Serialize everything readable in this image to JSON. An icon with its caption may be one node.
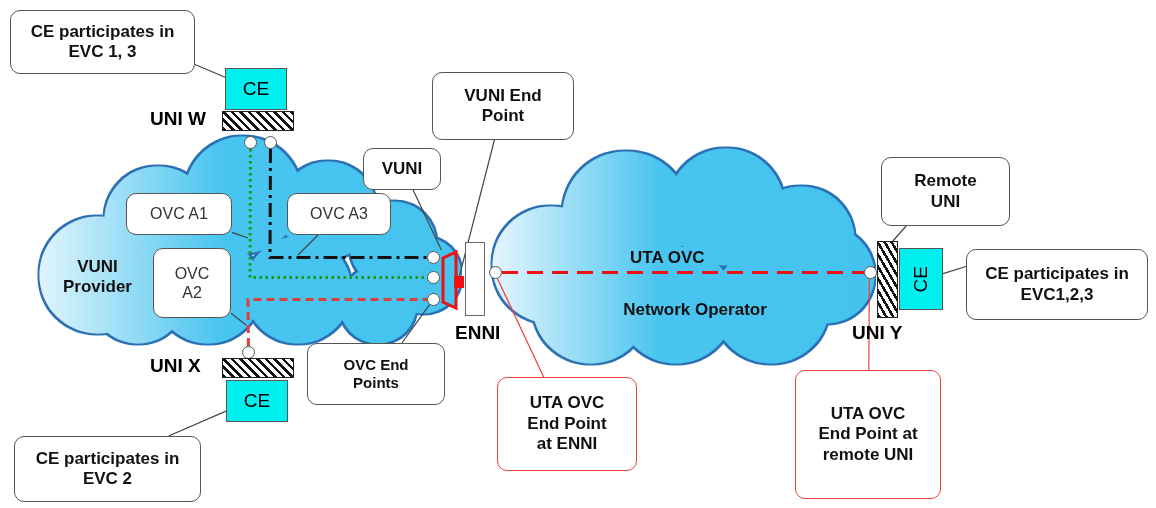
{
  "diagram": {
    "nodes": [
      {
        "text": [
          "VUNI Provider"
        ]
      },
      {
        "text": [
          "CE participates in EVC 1, 3"
        ]
      },
      {
        "text": [
          "CE"
        ]
      },
      {
        "text": [],
        "shape": "bar",
        "beside": [
          "UNI W"
        ]
      },
      {
        "text": [],
        "shape": "circle",
        "in": 0
      },
      {
        "text": [],
        "shape": "circle",
        "in": 0
      },
      {
        "text": [
          "VUNI End Point"
        ]
      },
      {
        "text": [
          "VUNI"
        ],
        "in": 0
      },
      {
        "text": [
          "OVC A1"
        ],
        "in": 0
      },
      {
        "text": [
          "OVC A3"
        ],
        "in": 0
      },
      {
        "text": [
          "OVC A2"
        ],
        "in": 0
      },
      {
        "text": [],
        "shape": "circle",
        "in": 0
      },
      {
        "text": [],
        "shape": "circle",
        "in": 0
      },
      {
        "text": [],
        "shape": "circle",
        "in": 0
      },
      {
        "text": [],
        "shape": "box",
        "in": 0
      },
      {
        "text": [],
        "shape": "box"
      },
      {
        "text": [],
        "shape": "box",
        "beside": [
          "ENNI"
        ]
      },
      {
        "text": [
          "Network Operator"
        ]
      },
      {
        "text": [],
        "shape": "circle",
        "in": 17
      },
      {
        "text": [
          "Remote UNI"
        ]
      },
      {
        "text": [],
        "shape": "circle",
        "in": 17
      },
      {
        "text": [],
        "shape": "bar",
        "beside": [
          "UNI Y"
        ]
      },
      {
        "text": [
          "CE"
        ]
      },
      {
        "text": [
          "CE participates in EVC1,2,3"
        ]
      },
      {
        "text": [],
        "shape": "circle"
      },
      {
        "text": [],
        "shape": "bar",
        "beside": [
          "UNI X"
        ]
      },
      {
        "text": [
          "CE"
        ]
      },
      {
        "text": [
          "OVC End Points"
        ]
      },
      {
        "text": [
          "UTA OVC End Point at ENNI"
        ]
      },
      {
        "text": [
          "UTA OVC End Point at remote UNI"
        ]
      },
      {
        "text": [
          "CE participates in EVC 2"
        ]
      }
    ],
    "edges": [
      {
        "from": 4,
        "to": 12,
        "arrow": "none",
        "style": "dashed",
        "color": "#1a9a1a"
      },
      {
        "from": 5,
        "to": 11,
        "arrow": "none",
        "style": "dashed",
        "color": "#111111"
      },
      {
        "from": 24,
        "to": 13,
        "arrow": "none",
        "style": "dashed",
        "color": "#d9413a"
      },
      {
        "from": 18,
        "to": 20,
        "arrow": "none",
        "style": "dashed",
        "color": "#ee1111",
        "label": "UTA OVC"
      },
      {
        "from": 1,
        "to": 2,
        "arrow": "none"
      },
      {
        "from": 6,
        "to": 15,
        "arrow": "none"
      },
      {
        "from": 7,
        "to": 14,
        "arrow": "none"
      },
      {
        "from": 8,
        "to": null,
        "arrow": "none"
      },
      {
        "from": 9,
        "to": null,
        "arrow": "none"
      },
      {
        "from": 10,
        "to": null,
        "arrow": "none"
      },
      {
        "from": 27,
        "to": 13,
        "arrow": "none"
      },
      {
        "from": 28,
        "to": 18,
        "arrow": "none",
        "color": "#f04040"
      },
      {
        "from": 29,
        "to": 20,
        "arrow": "none",
        "color": "#f04040"
      },
      {
        "from": 19,
        "to": 21,
        "arrow": "none"
      },
      {
        "from": 23,
        "to": 22,
        "arrow": "none"
      },
      {
        "from": 30,
        "to": 26,
        "arrow": "none"
      }
    ]
  }
}
